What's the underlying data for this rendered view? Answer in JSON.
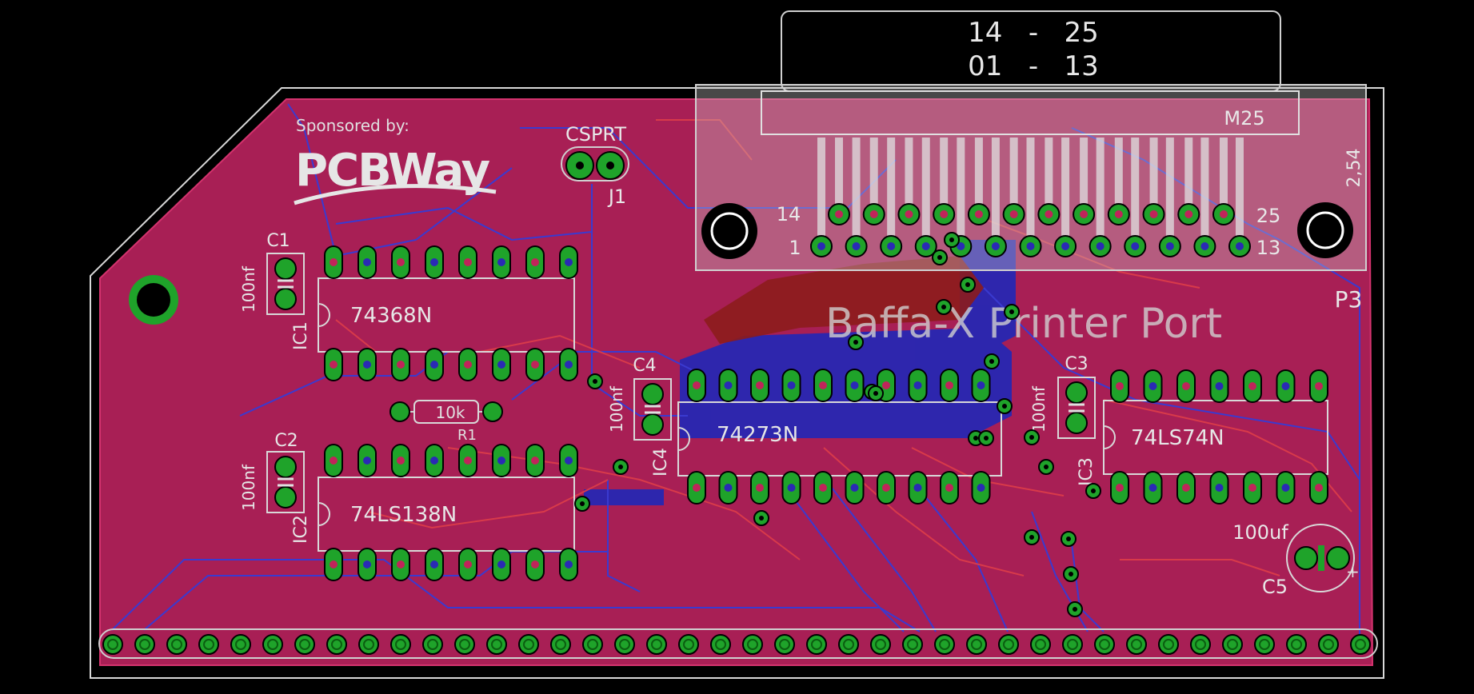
{
  "board": {
    "title": "Baffa-X Printer Port",
    "sponsor_label": "Sponsored by:",
    "sponsor_logo": "PCBWay"
  },
  "connector": {
    "name": "P3",
    "model": "M25",
    "pitch": "2,54",
    "range_top": "14   -   25",
    "range_bottom": "01   -   13",
    "pin_top_left": "14",
    "pin_top_right": "25",
    "pin_bottom_left": "1",
    "pin_bottom_right": "13"
  },
  "jumper": {
    "label": "CSPRT",
    "name": "J1"
  },
  "chips": {
    "ic1": {
      "ref": "IC1",
      "part": "74368N"
    },
    "ic2": {
      "ref": "IC2",
      "part": "74LS138N"
    },
    "ic3": {
      "ref": "IC3",
      "part": "74LS74N"
    },
    "ic4": {
      "ref": "IC4",
      "part": "74273N"
    }
  },
  "caps": {
    "c1": {
      "ref": "C1",
      "value": "100nf"
    },
    "c2": {
      "ref": "C2",
      "value": "100nf"
    },
    "c3": {
      "ref": "C3",
      "value": "100nf"
    },
    "c4": {
      "ref": "C4",
      "value": "100nf"
    },
    "c5": {
      "ref": "C5",
      "value": "100uf"
    }
  },
  "resistor": {
    "ref": "R1",
    "value": "10k"
  },
  "colors": {
    "background": "#000000",
    "copper_top": "#c0245a",
    "copper_bottom": "#2a2ab5",
    "pad": "#1fa32a",
    "silkscreen": "#c8c8c8",
    "outline": "#d8d8d8"
  },
  "edge_connector_pins": 40
}
